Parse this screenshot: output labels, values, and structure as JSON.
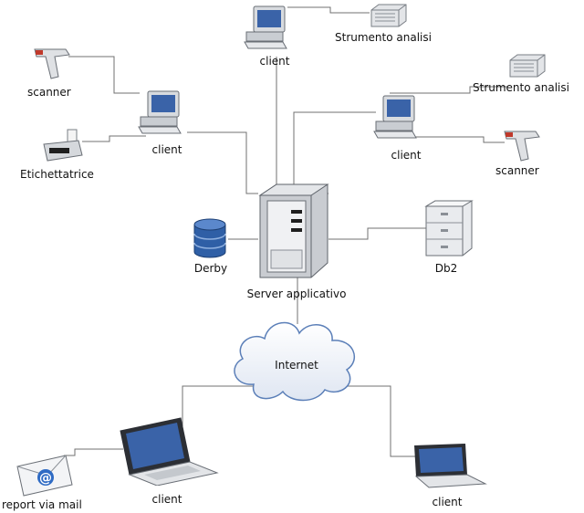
{
  "diagram": {
    "labels": {
      "client_top": "client",
      "strumento_top": "Strumento analisi",
      "scanner_left": "scanner",
      "client_left": "client",
      "etichettatrice": "Etichettatrice",
      "strumento_right": "Strumento analisi",
      "client_right": "client",
      "scanner_right": "scanner",
      "derby": "Derby",
      "server": "Server applicativo",
      "db2": "Db2",
      "internet": "Internet",
      "report": "report via mail",
      "laptop_left": "client",
      "laptop_right": "client"
    },
    "colors": {
      "wire": "#707070",
      "screen": "#3a63a8",
      "db": "#2f5fa6",
      "cloud_stroke": "#5b7fb8"
    },
    "icons": [
      "desktop-computer-icon",
      "server-rack-icon",
      "barcode-scanner-icon",
      "label-printer-icon",
      "database-icon",
      "tower-server-icon",
      "file-cabinet-icon",
      "cloud-icon",
      "laptop-icon",
      "email-icon"
    ]
  }
}
